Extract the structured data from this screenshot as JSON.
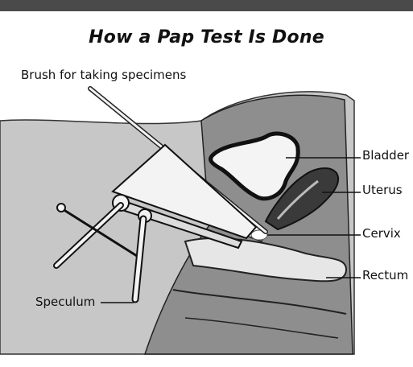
{
  "title": "How a Pap Test Is Done",
  "labels": {
    "brush": "Brush for taking specimens",
    "bladder": "Bladder",
    "uterus": "Uterus",
    "cervix": "Cervix",
    "rectum": "Rectum",
    "speculum": "Speculum"
  },
  "colors": {
    "body": "#9a9a9a",
    "body_light": "#c4c4c4",
    "tissue": "#7a7a7a",
    "outline": "#111111",
    "organ": "#f2f2f2"
  }
}
